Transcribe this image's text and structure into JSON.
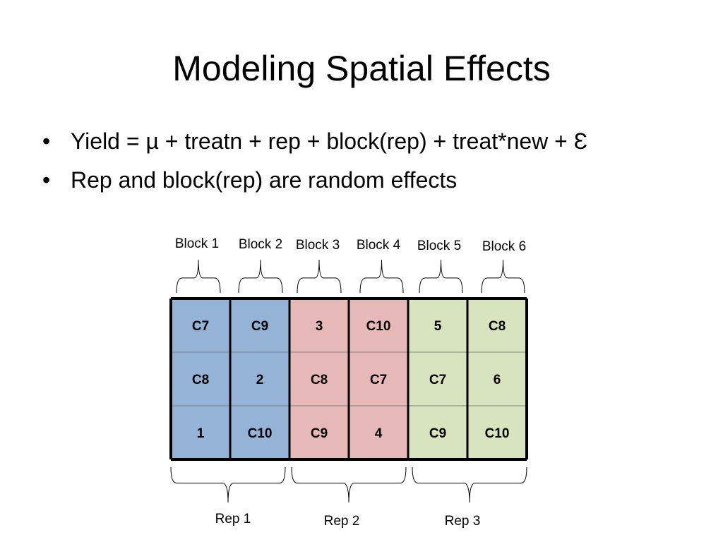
{
  "slide": {
    "title": "Modeling Spatial Effects",
    "bullet_glyph": "•",
    "bullets": [
      "Yield = µ + treatn + rep + block(rep) + treat*new + Ɛ",
      "Rep and block(rep) are random effects"
    ]
  },
  "diagram": {
    "colors": {
      "rep1": "#95b3d7",
      "rep2": "#e6b9b8",
      "rep3": "#d7e4bd",
      "grid": "#000000"
    },
    "blocks": [
      {
        "label": "Block 1",
        "rep": "rep1",
        "plots": [
          "C7",
          "C8",
          "1"
        ]
      },
      {
        "label": "Block 2",
        "rep": "rep1",
        "plots": [
          "C9",
          "2",
          "C10"
        ]
      },
      {
        "label": "Block 3",
        "rep": "rep2",
        "plots": [
          "3",
          "C8",
          "C9"
        ]
      },
      {
        "label": "Block 4",
        "rep": "rep2",
        "plots": [
          "C10",
          "C7",
          "4"
        ]
      },
      {
        "label": "Block 5",
        "rep": "rep3",
        "plots": [
          "5",
          "C7",
          "C9"
        ]
      },
      {
        "label": "Block 6",
        "rep": "rep3",
        "plots": [
          "C8",
          "6",
          "C10"
        ]
      }
    ],
    "reps": [
      {
        "label": "Rep 1"
      },
      {
        "label": "Rep 2"
      },
      {
        "label": "Rep 3"
      }
    ]
  }
}
